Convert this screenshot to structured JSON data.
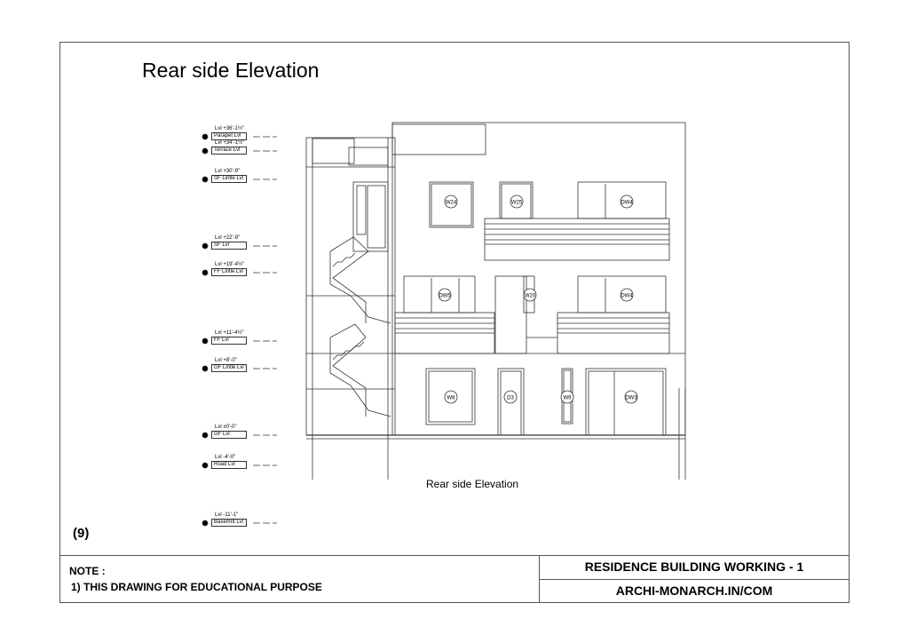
{
  "drawing": {
    "title": "Rear side Elevation",
    "caption": "Rear side Elevation",
    "sheet_number": "(9)",
    "levels": [
      {
        "value": "Lvl +36'-1½\"",
        "name": "Parapet Lvl"
      },
      {
        "value": "Lvl +34'-1½\"",
        "name": "Terrace Lvl"
      },
      {
        "value": "Lvl +30'-9\"",
        "name": "SF Lintle Lvl"
      },
      {
        "value": "Lvl +22'-9\"",
        "name": "SF  Lvl"
      },
      {
        "value": "Lvl +19'-4½\"",
        "name": "FF Lintle Lvl"
      },
      {
        "value": "Lvl +11'-4½\"",
        "name": "FF  Lvl"
      },
      {
        "value": "Lvl +8'-0\"",
        "name": "GF Lintle Lvl"
      },
      {
        "value": "Lvl ±0'-0\"",
        "name": "GF  Lvl"
      },
      {
        "value": "Lvl -4'-0\"",
        "name": "Road Lvl"
      },
      {
        "value": "Lvl -11'-1\"",
        "name": "Basemnt Lvl"
      }
    ],
    "openings": [
      "W24",
      "W25",
      "DW4",
      "DW5",
      "W20",
      "DW4",
      "W8",
      "D3",
      "W9",
      "DW3"
    ]
  },
  "footer": {
    "note_heading": "NOTE :",
    "note_line": "1) THIS DRAWING FOR EDUCATIONAL PURPOSE",
    "project_title": "RESIDENCE BUILDING WORKING - 1",
    "website": "ARCHI-MONARCH.IN/COM"
  }
}
